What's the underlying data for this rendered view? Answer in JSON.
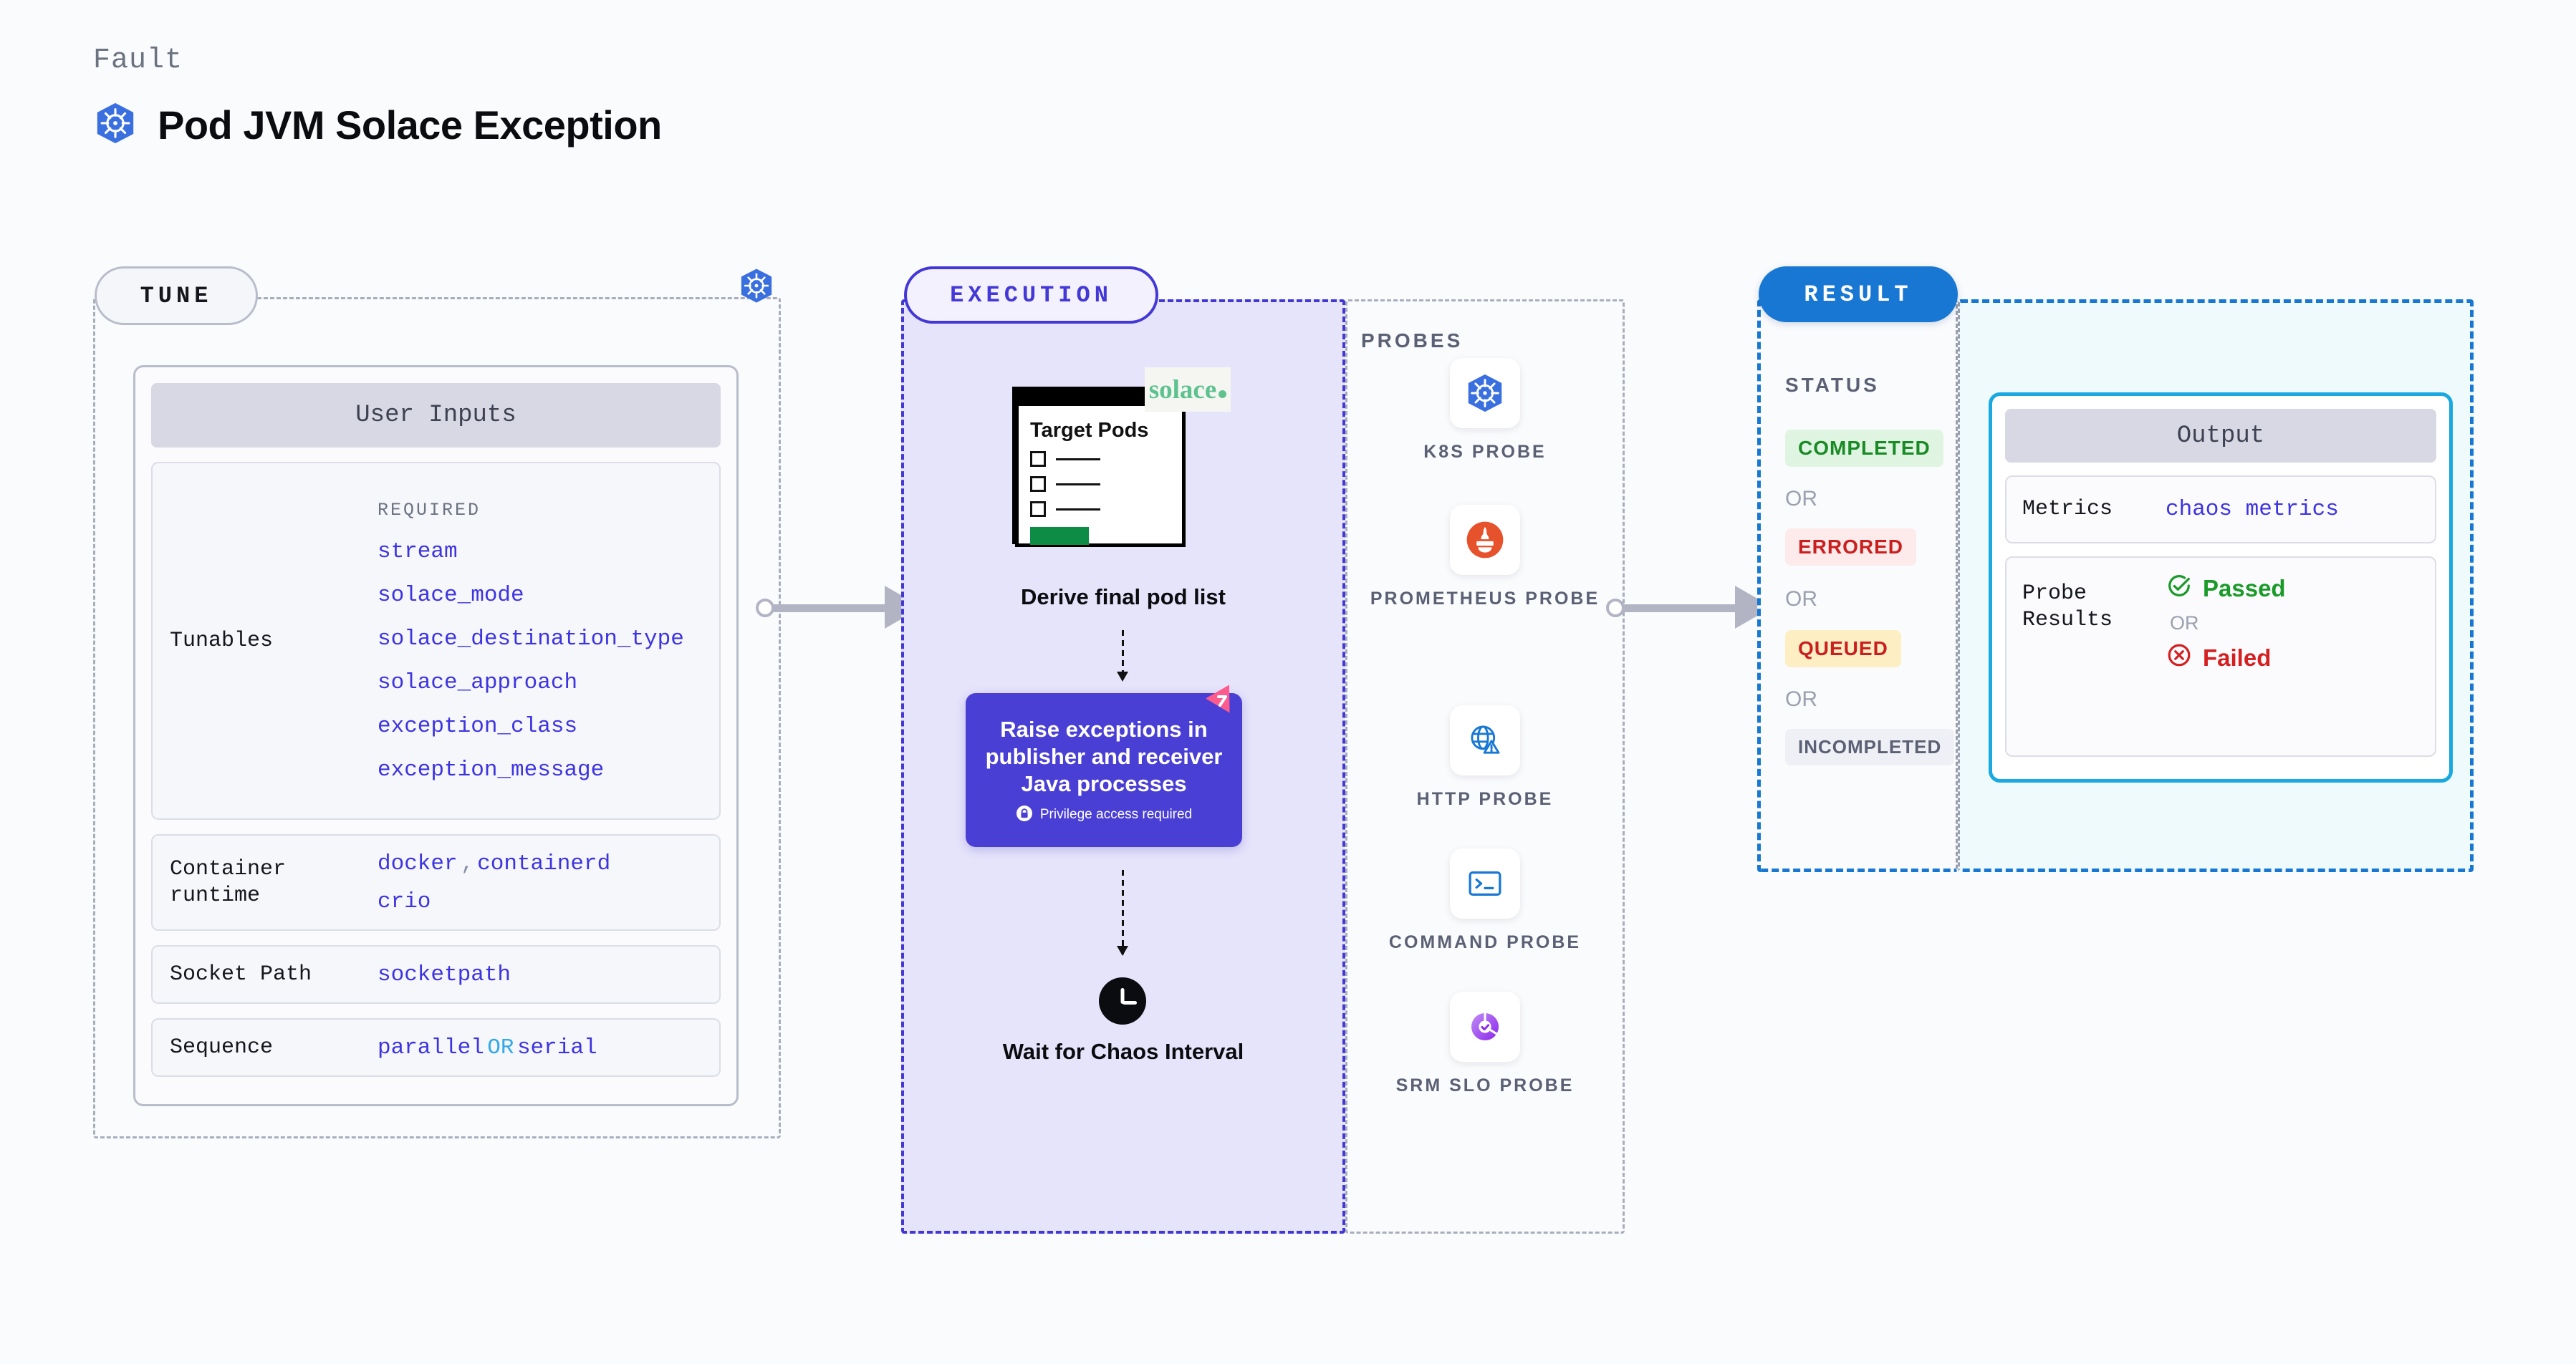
{
  "header": {
    "kicker": "Fault",
    "title": "Pod JVM Solace Exception",
    "icon": "kubernetes-icon"
  },
  "tune": {
    "pill_label": "TUNE",
    "badge_icon": "kubernetes-icon",
    "card_title": "User Inputs",
    "rows": [
      {
        "label": "Tunables",
        "required_tag": "REQUIRED",
        "values": [
          "stream",
          "solace_mode",
          "solace_destination_type",
          "solace_approach",
          "exception_class",
          "exception_message"
        ]
      },
      {
        "label": "Container runtime",
        "values": [
          "docker",
          ",",
          "containerd",
          "crio"
        ]
      },
      {
        "label": "Socket Path",
        "values": [
          "socketpath"
        ]
      },
      {
        "label": "Sequence",
        "values": [
          "parallel",
          "OR",
          "serial"
        ]
      }
    ]
  },
  "execution": {
    "pill_label": "EXECUTION",
    "pod_card": {
      "title": "Target Pods",
      "brand": "solace",
      "checkbox_count": 3
    },
    "derive_caption": "Derive final pod list",
    "action": {
      "text": "Raise exceptions in publisher and receiver Java processes",
      "privilege_note": "Privilege access required",
      "badge_icon": "litmus-icon",
      "lock_icon": "lock-icon"
    },
    "wait": {
      "icon": "clock-icon",
      "caption": "Wait for Chaos Interval"
    }
  },
  "probes": {
    "label": "PROBES",
    "items": [
      {
        "name": "K8S PROBE",
        "icon": "kubernetes-icon"
      },
      {
        "name": "PROMETHEUS PROBE",
        "icon": "prometheus-icon"
      },
      {
        "name": "HTTP PROBE",
        "icon": "globe-warning-icon"
      },
      {
        "name": "COMMAND PROBE",
        "icon": "terminal-icon"
      },
      {
        "name": "SRM SLO PROBE",
        "icon": "srm-slo-icon"
      }
    ]
  },
  "result": {
    "pill_label": "RESULT",
    "status_label": "STATUS",
    "or_label": "OR",
    "statuses": [
      {
        "label": "COMPLETED",
        "color": "#1a8a26",
        "bg": "#dff5e1"
      },
      {
        "label": "ERRORED",
        "color": "#c91f1f",
        "bg": "#fdeaea"
      },
      {
        "label": "QUEUED",
        "color": "#c91f1f",
        "bg": "#fdeec4"
      },
      {
        "label": "INCOMPLETED",
        "color": "#5b6074",
        "bg": "#eff0f5"
      }
    ]
  },
  "output": {
    "card_title": "Output",
    "metrics_label": "Metrics",
    "metrics_value": "chaos metrics",
    "probe_results_label": "Probe Results",
    "passed_label": "Passed",
    "failed_label": "Failed",
    "or_label": "OR",
    "passed_icon": "check-circle-icon",
    "failed_icon": "x-circle-icon"
  },
  "colors": {
    "accent_blue": "#1877d2",
    "execution_purple": "#4338d6",
    "action_purple": "#4a3fd4",
    "tunable_blue": "#3d34e0",
    "cyan": "#19a8e0",
    "passed_green": "#1a9a28",
    "failed_red": "#d42020"
  }
}
